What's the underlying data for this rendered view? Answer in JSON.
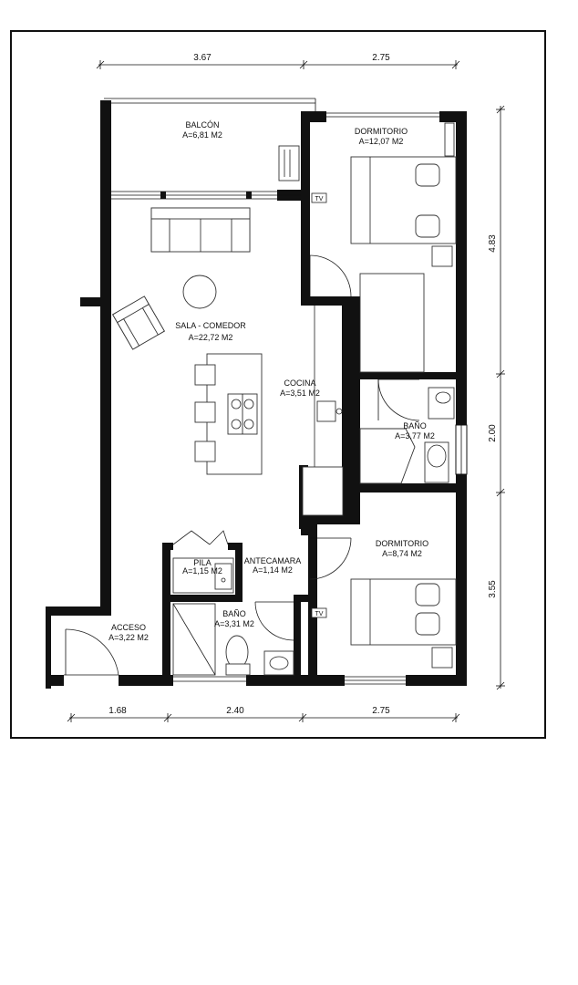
{
  "rooms": {
    "balcon": {
      "name": "BALCÓN",
      "area": "A=6,81 M2"
    },
    "dormitorio1": {
      "name": "DORMITORIO",
      "area": "A=12,07 M2"
    },
    "sala": {
      "name": "SALA - COMEDOR",
      "area": "A=22,72 M2"
    },
    "cocina": {
      "name": "COCINA",
      "area": "A=3,51 M2"
    },
    "bano1": {
      "name": "BAÑO",
      "area": "A=3,77 M2"
    },
    "dormitorio2": {
      "name": "DORMITORIO",
      "area": "A=8,74 M2"
    },
    "pila": {
      "name": "PILA",
      "area": "A=1,15 M2"
    },
    "antecamara": {
      "name": "ANTECAMARA",
      "area": "A=1,14 M2"
    },
    "bano2": {
      "name": "BAÑO",
      "area": "A=3,31 M2"
    },
    "acceso": {
      "name": "ACCESO",
      "area": "A=3,22 M2"
    }
  },
  "tv_labels": {
    "tv1": "TV",
    "tv2": "TV"
  },
  "dimensions": {
    "top_left": "3.67",
    "top_right": "2.75",
    "right_top": "4.83",
    "right_mid": "2.00",
    "right_bottom": "3.55",
    "bottom_left": "1.68",
    "bottom_mid": "2.40",
    "bottom_right": "2.75"
  }
}
